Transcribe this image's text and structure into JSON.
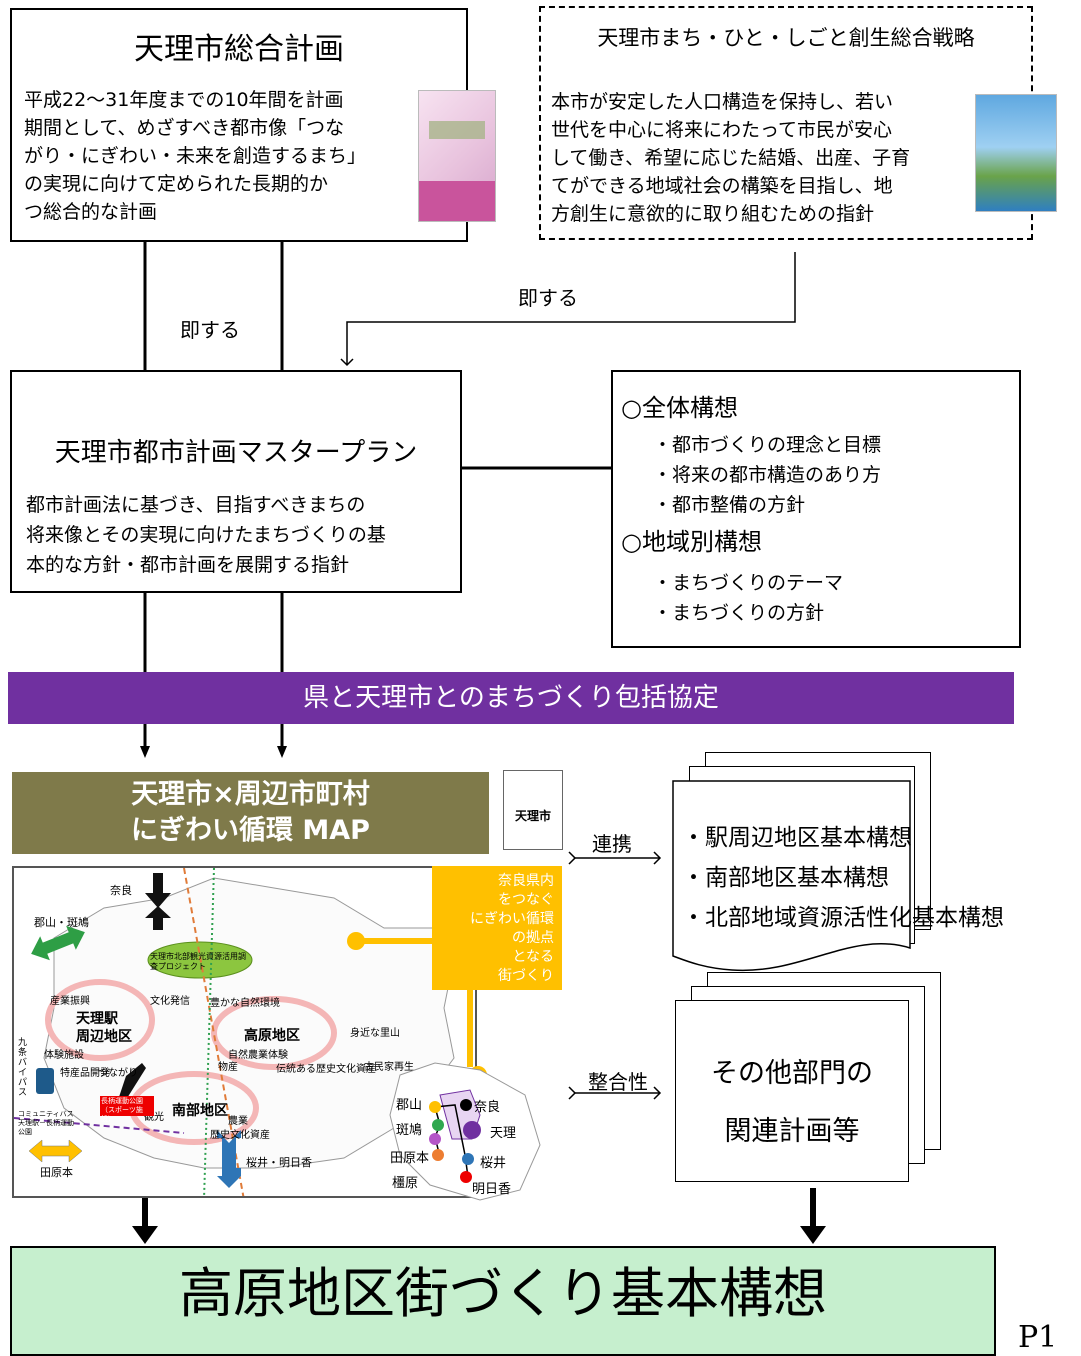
{
  "sogo": {
    "title": "天理市総合計画",
    "lines": [
      "平成22～31年度までの10年間を計画",
      "期間として、めざすべき都市像「つな",
      "がり・にぎわい・未来を創造するまち」",
      "の実現に向けて定められた長期的か",
      "つ総合的な計画"
    ]
  },
  "senryaku": {
    "title": "天理市まち・ひと・しごと創生総合戦略",
    "lines": [
      "本市が安定した人口構造を保持し、若い",
      "世代を中心に将来にわたって市民が安心",
      "して働き、希望に応じた結婚、出産、子育",
      "てができる地域社会の構築を目指し、地",
      "方創生に意欲的に取り組むための指針"
    ]
  },
  "sokusuru_left": "即する",
  "sokusuru_right": "即する",
  "master": {
    "title": "天理市都市計画マスタープラン",
    "lines": [
      "都市計画法に基づき、目指すべきまちの",
      "将来像とその実現に向けたまちづくりの基",
      "本的な方針・都市計画を展開する指針"
    ]
  },
  "kousou": {
    "h1": "○全体構想",
    "items1": [
      "・都市づくりの理念と目標",
      "・将来の都市構造のあり方",
      "・都市整備の方針"
    ],
    "h2": "○地域別構想",
    "items2": [
      "・まちづくりのテーマ",
      "・まちづくりの方針"
    ]
  },
  "banner": "県と天理市とのまちづくり包括協定",
  "map": {
    "title1": "天理市×周辺市町村",
    "title2": "にぎわい循環 MAP",
    "badge": "天理市",
    "orange_lines": [
      "奈良県内",
      "をつなぐ",
      "にぎわい循環",
      "の拠点",
      "となる",
      "街づくり"
    ],
    "nara": "奈良",
    "koriyama_ikaruga": "郡山・斑鳩",
    "tawaramoto": "田原本",
    "sakurai_asuka": "桜井・明日香",
    "tenri_station_1": "天理駅",
    "tenri_station_2": "周辺地区",
    "takahara": "高原地区",
    "nanbu": "南部地区",
    "north_proj": "天理市北部観光資源活用調査プロジェクト",
    "community_bus": "コミュニティバス 天理駅－長柄運動公園",
    "nagara_park": "長柄運動公園（スポーツ施設）",
    "kujo_bypass": "九条バイパス",
    "small_labels": [
      "産業振興",
      "文化発信",
      "豊かな自然環境",
      "身近な里山",
      "体験施設",
      "特産品開発",
      "つながり",
      "観光",
      "歴史文化資産",
      "伝統ある歴史文化資産",
      "自然農業体験",
      "古民家再生",
      "物産",
      "農業"
    ],
    "route_names": [
      "郡山",
      "斑鳩",
      "田原本",
      "橿原",
      "奈良",
      "天理",
      "桜井",
      "明日香"
    ]
  },
  "renkei": "連携",
  "seigou": "整合性",
  "kihon": {
    "lines": [
      "・駅周辺地区基本構想",
      "・南部地区基本構想",
      "・北部地域資源活性化基本構想"
    ]
  },
  "other": {
    "line1": "その他部門の",
    "line2": "関連計画等"
  },
  "final": "高原地区街づくり基本構想",
  "page_no": "P1",
  "colors": {
    "purple": "#7030a0",
    "olive": "#7f7a4a",
    "orange": "#ffc000",
    "green": "#c6efce",
    "arrow_green": "#2e9e45",
    "arrow_blue": "#2e75b6"
  }
}
